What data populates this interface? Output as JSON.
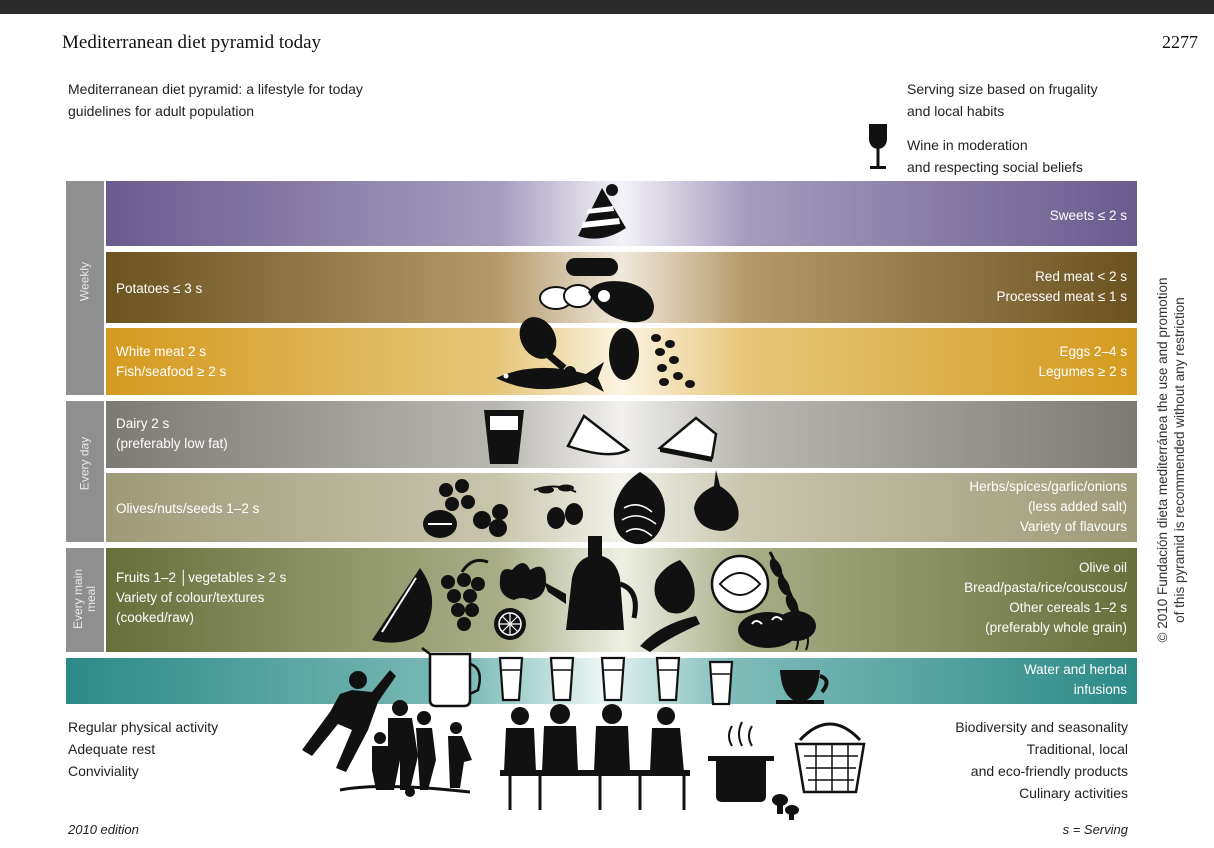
{
  "page": {
    "running_title": "Mediterranean diet pyramid today",
    "page_number": "2277"
  },
  "heading": {
    "line1": "Mediterranean diet pyramid: a lifestyle for today",
    "line2": "guidelines for adult population"
  },
  "serving_note": {
    "line1": "Serving size based on frugality",
    "line2": "and local habits"
  },
  "wine_note": {
    "line1": "Wine in moderation",
    "line2": "and respecting social beliefs"
  },
  "side_labels": {
    "weekly": "Weekly",
    "every_day": "Every day",
    "every_main_meal_1": "Every main",
    "every_main_meal_2": "meal"
  },
  "bands": {
    "sweets": {
      "right": "Sweets ≤ 2 s"
    },
    "meat": {
      "left": "Potatoes ≤ 3 s",
      "right1": "Red meat < 2 s",
      "right2": "Processed meat ≤ 1 s"
    },
    "white_meat": {
      "left1": "White meat 2 s",
      "left2": "Fish/seafood ≥ 2 s",
      "right1": "Eggs 2–4 s",
      "right2": "Legumes ≥ 2 s"
    },
    "dairy": {
      "left1": "Dairy 2 s",
      "left2": "(preferably low fat)"
    },
    "olives": {
      "left": "Olives/nuts/seeds 1–2 s",
      "right1": "Herbs/spices/garlic/onions",
      "right2": "(less added salt)",
      "right3": "Variety of flavours"
    },
    "main_meal": {
      "left1": "Fruits 1–2 │vegetables ≥ 2 s",
      "left2": "Variety of colour/textures",
      "left3": "(cooked/raw)",
      "right1": "Olive oil",
      "right2": "Bread/pasta/rice/couscous/",
      "right3": "Other cereals 1–2 s",
      "right4": "(preferably whole grain)"
    },
    "water": {
      "right1": "Water and herbal",
      "right2": "infusions"
    }
  },
  "footer_left": {
    "line1": "Regular physical activity",
    "line2": "Adequate rest",
    "line3": "Conviviality"
  },
  "footer_right": {
    "line1": "Biodiversity and seasonality",
    "line2": "Traditional, local",
    "line3": "and eco-friendly products",
    "line4": "Culinary activities"
  },
  "edition": "2010 edition",
  "serving_key": "s = Serving",
  "copyright": {
    "line1": "© 2010 Fundación dieta mediterránea the use and promotion",
    "line2": "of this pyramid is recommended without any restriction"
  },
  "colors": {
    "purple": "#6a5b8e",
    "brown": "#6b5320",
    "gold": "#d49a1e",
    "grey": "#7d7a73",
    "khaki": "#9e9a78",
    "olive": "#66703a",
    "teal": "#2c8a86",
    "side_grey": "#8f8f8f"
  }
}
